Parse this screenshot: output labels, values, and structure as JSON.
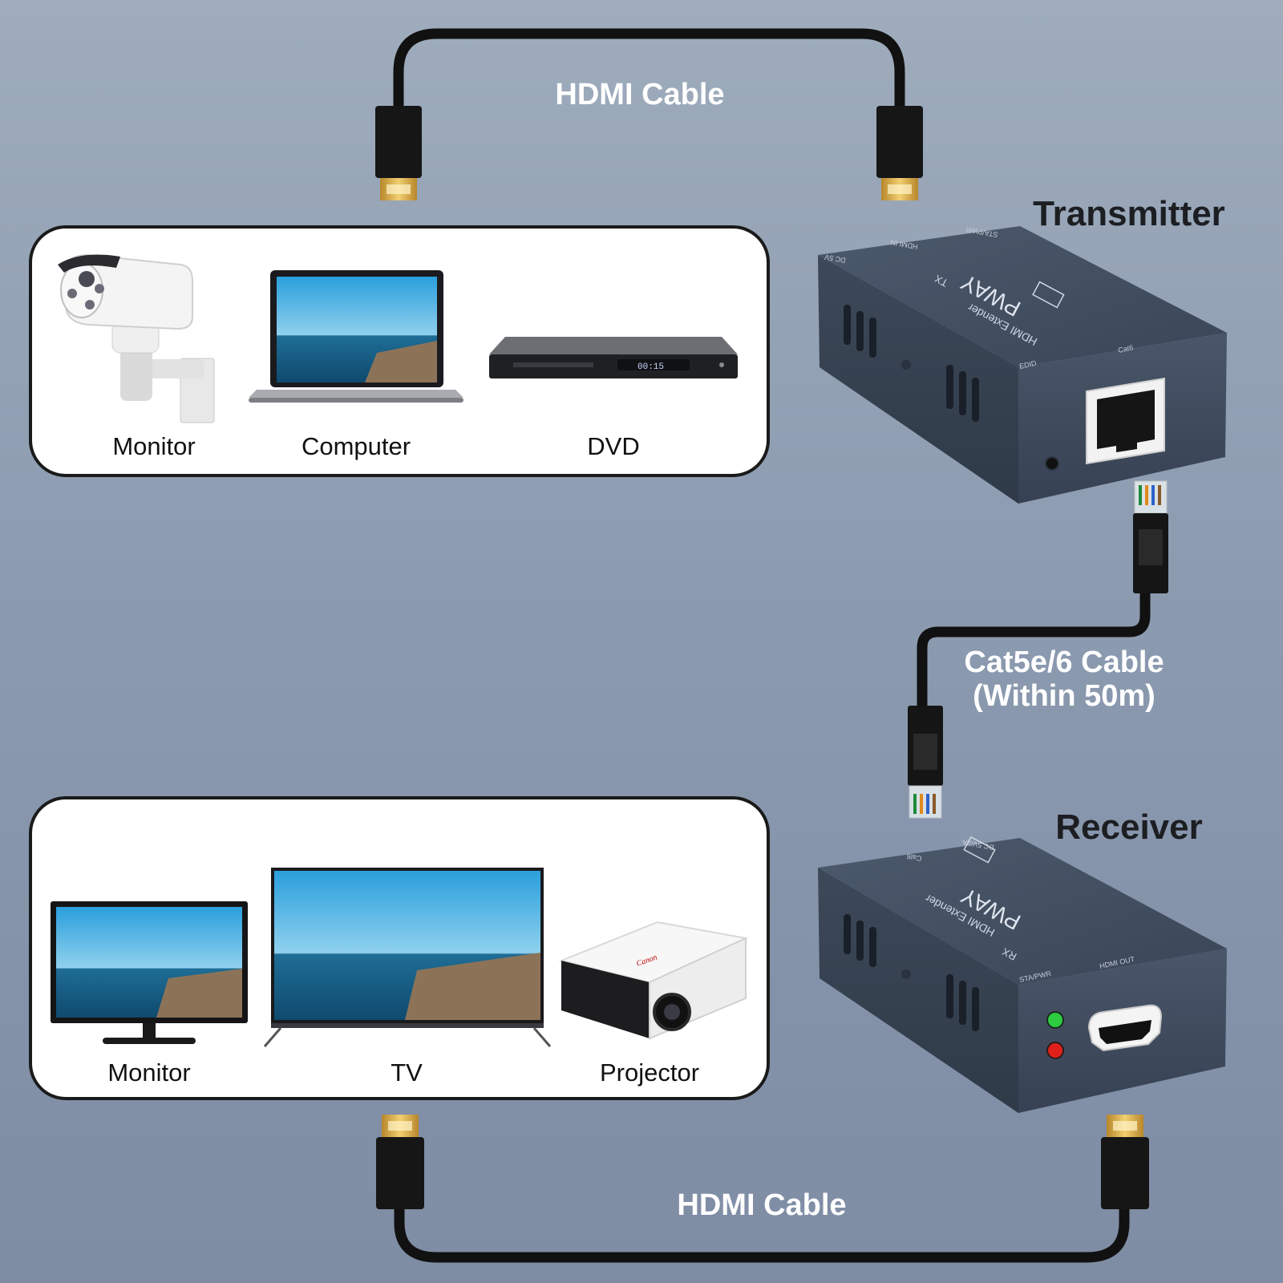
{
  "cables": {
    "hdmi_top": "HDMI Cable",
    "hdmi_bottom": "HDMI Cable",
    "cat_line1": "Cat5e/6 Cable",
    "cat_line2": "(Within 50m)"
  },
  "transmitter": {
    "title": "Transmitter",
    "brand": "PWAY",
    "model": "HDMI Extender",
    "badge": "TX",
    "port_labels": [
      "DC 5V",
      "HDMI IN",
      "STA/PWR",
      "EDID",
      "Cat6"
    ]
  },
  "receiver": {
    "title": "Receiver",
    "brand": "PWAY",
    "model": "HDMI Extender",
    "badge": "RX",
    "port_labels": [
      "Cat6",
      "DC 5V/2A",
      "STA/PWR",
      "HDMI OUT"
    ]
  },
  "sources": {
    "items": [
      {
        "label": "Monitor",
        "icon": "security-camera-icon"
      },
      {
        "label": "Computer",
        "icon": "laptop-icon"
      },
      {
        "label": "DVD",
        "icon": "dvd-player-icon"
      }
    ],
    "dvd_display": "00:15"
  },
  "displays": {
    "items": [
      {
        "label": "Monitor",
        "icon": "monitor-icon"
      },
      {
        "label": "TV",
        "icon": "tv-icon"
      },
      {
        "label": "Projector",
        "icon": "projector-icon"
      }
    ],
    "projector_brand": "Canon"
  },
  "colors": {
    "background_top": "#9eacbc",
    "background_bottom": "#7e8ca4",
    "device_body": "#3f4c5e",
    "led_green": "#2ecc40",
    "led_red": "#e0201b",
    "connector_gold": "#d9a441"
  }
}
